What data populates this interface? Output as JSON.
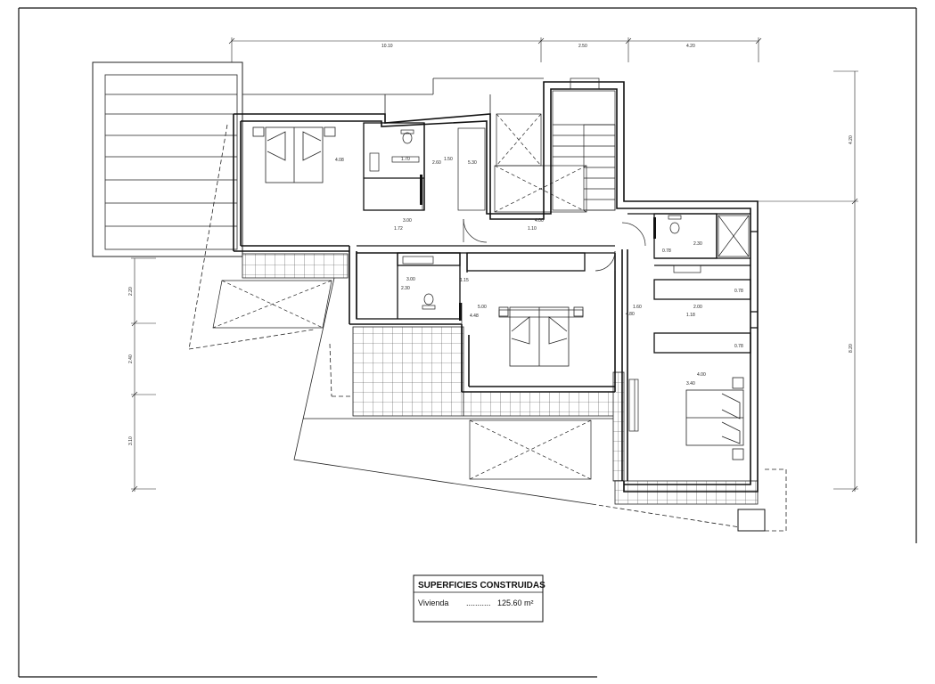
{
  "plan": {
    "dims_top": [
      "10.10",
      "2.50",
      "4.20"
    ],
    "dims_left": [
      "2.20",
      "2.40",
      "3.10"
    ],
    "dims_right": [
      "4.20",
      "8.20"
    ],
    "room_dims": {
      "bed1_a": "4.08",
      "bed1_b": "3.00",
      "bath1_a": "1.70",
      "bath1_b": "2.60",
      "bath1_c": "1.50",
      "bath1_d": "1.72",
      "dress_a": "5.30",
      "hall_a": "4.00",
      "hall_b": "1.10",
      "bath2_a": "3.00",
      "bath2_b": "2.30",
      "bath3_a": "2.30",
      "bath3_b": "0.78",
      "bed3_a": "1.60",
      "bed3_b": "2.00",
      "bed3_c": "1.18",
      "bed3_d": "0.78",
      "bed3_e": "0.78",
      "bed2_a": "5.00",
      "bed2_b": "4.48",
      "bed2_c": "4.80",
      "bed2_d": "1.15",
      "bed4_a": "4.00",
      "bed4_b": "3.40"
    }
  },
  "summary_table": {
    "title": "SUPERFICIES CONSTRUIDAS",
    "row_label": "Vivienda",
    "row_dots": "...........",
    "row_value": "125.60 m²"
  }
}
